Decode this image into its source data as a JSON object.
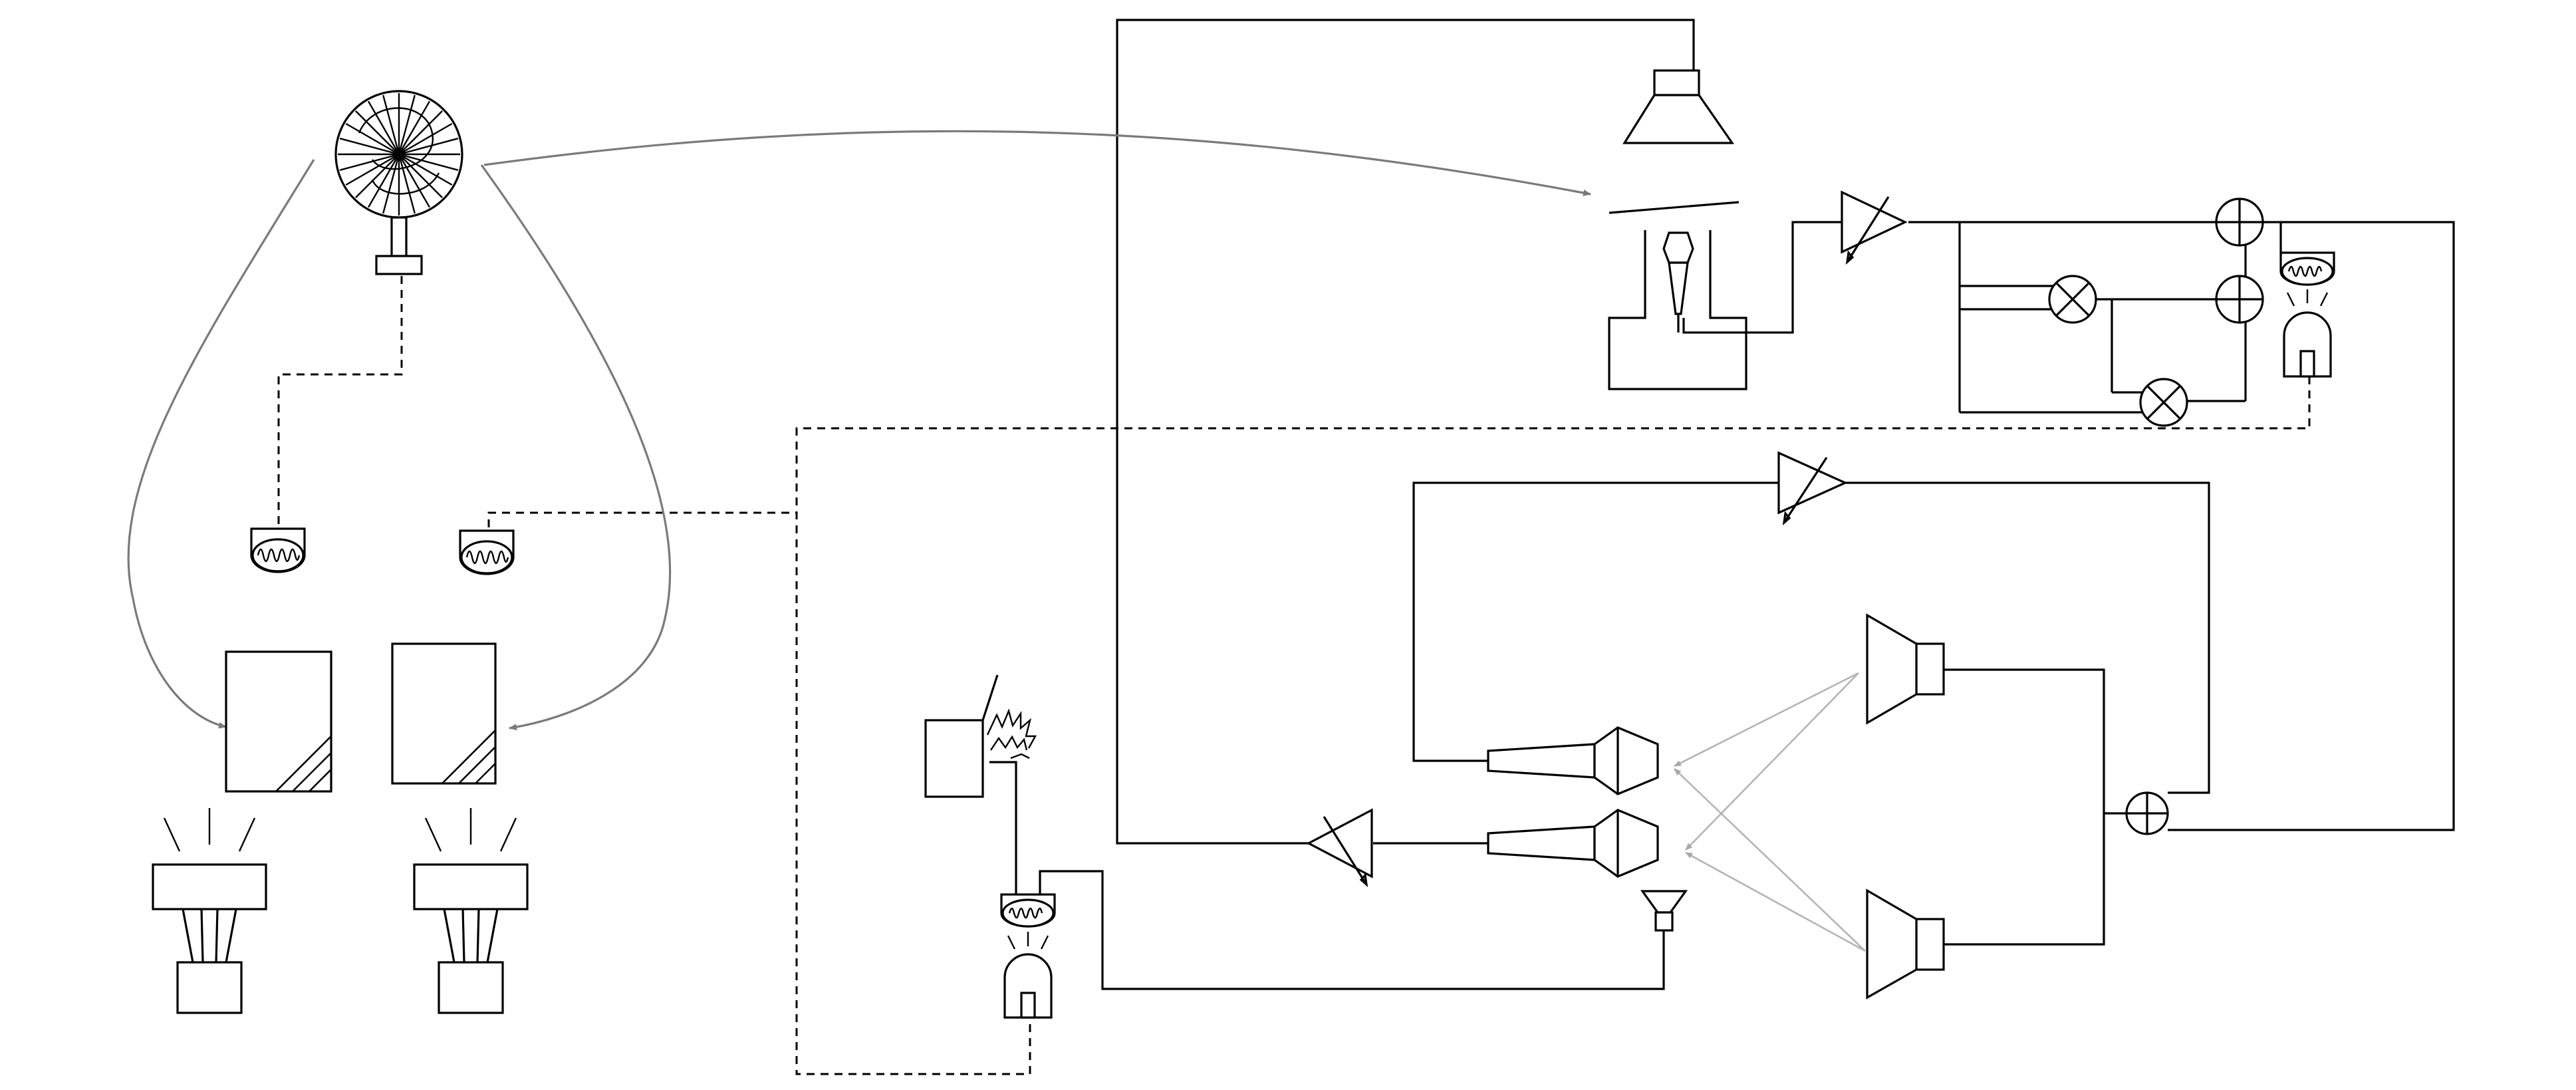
{
  "diagram": {
    "title": "",
    "colors": {
      "line": "#000000",
      "flow_arrow": "#7a7a7a",
      "sound_ray": "#b4b4b4",
      "background": "#ffffff"
    },
    "components": [
      {
        "id": "fan",
        "icon": "fan-icon"
      },
      {
        "id": "sensor-left",
        "icon": "radiator-sensor-icon"
      },
      {
        "id": "sensor-right",
        "icon": "radiator-sensor-icon"
      },
      {
        "id": "panel-left",
        "icon": "glass-panel-icon"
      },
      {
        "id": "panel-right",
        "icon": "glass-panel-icon"
      },
      {
        "id": "lamp-left",
        "icon": "floodlight-icon"
      },
      {
        "id": "lamp-right",
        "icon": "floodlight-icon"
      },
      {
        "id": "ceiling-speaker",
        "icon": "loudspeaker-icon"
      },
      {
        "id": "booth-microphone",
        "icon": "microphone-icon"
      },
      {
        "id": "preamp-top",
        "icon": "variable-amplifier-icon"
      },
      {
        "id": "mixer-network",
        "icon": "summing-multiplier-network-icon"
      },
      {
        "id": "beacon-top",
        "icon": "warning-beacon-icon"
      },
      {
        "id": "amp-middle",
        "icon": "variable-amplifier-icon"
      },
      {
        "id": "horn-mic-upper",
        "icon": "horn-microphone-icon"
      },
      {
        "id": "horn-mic-lower",
        "icon": "horn-microphone-icon"
      },
      {
        "id": "amp-lower",
        "icon": "variable-amplifier-icon"
      },
      {
        "id": "speaker-upper",
        "icon": "loudspeaker-icon"
      },
      {
        "id": "speaker-lower",
        "icon": "loudspeaker-icon"
      },
      {
        "id": "summing-junction",
        "icon": "summing-junction-icon"
      },
      {
        "id": "spark-source",
        "icon": "spark-gap-icon"
      },
      {
        "id": "beacon-bottom",
        "icon": "warning-beacon-icon"
      },
      {
        "id": "buzzer",
        "icon": "buzzer-icon"
      }
    ]
  }
}
